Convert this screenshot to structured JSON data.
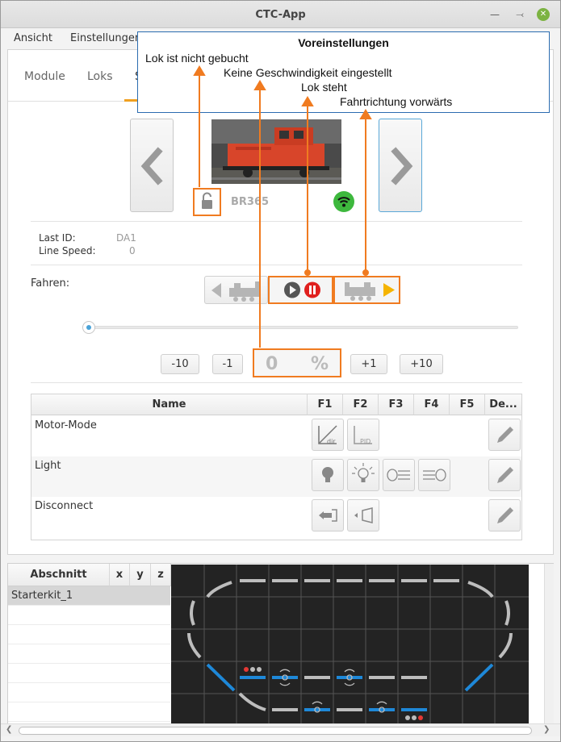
{
  "window": {
    "title": "CTC-App"
  },
  "menu": [
    {
      "label": "Ansicht"
    },
    {
      "label": "Einstellungen"
    }
  ],
  "tabs": [
    {
      "label": "Module"
    },
    {
      "label": "Loks"
    },
    {
      "label": "S"
    }
  ],
  "loco": {
    "name": "BR365",
    "last_id_label": "Last ID:",
    "last_id_value": "DA1",
    "line_speed_label": "Line Speed:",
    "line_speed_value": "0"
  },
  "drive": {
    "label": "Fahren:",
    "buttons": {
      "minus10": "-10",
      "minus1": "-1",
      "plus1": "+1",
      "plus10": "+10"
    },
    "speed_value": "0",
    "speed_unit": "%",
    "slider_level": 0
  },
  "functions_table": {
    "headers": [
      "Name",
      "F1",
      "F2",
      "F3",
      "F4",
      "F5",
      "De..."
    ],
    "rows": [
      {
        "name": "Motor-Mode",
        "icons": [
          "motor-dir-icon",
          "motor-pid-icon"
        ]
      },
      {
        "name": "Light",
        "icons": [
          "bulb-icon",
          "bulb-bright-icon",
          "headlight-left-icon",
          "headlight-right-icon"
        ]
      },
      {
        "name": "Disconnect",
        "icons": [
          "uncouple-left-icon",
          "uncouple-right-icon"
        ]
      }
    ]
  },
  "section_table": {
    "headers": [
      "Abschnitt",
      "x",
      "y",
      "z"
    ],
    "rows": [
      {
        "name": "Starterkit_1"
      }
    ]
  },
  "tooltip": {
    "title": "Voreinstellungen",
    "lines": [
      "Lok ist nicht gebucht",
      "Keine Geschwindigkeit eingestellt",
      "Lok steht",
      "Fahrtrichtung vorwärts"
    ]
  },
  "colors": {
    "highlight": "#f07b20",
    "accent": "#f0a020",
    "wifi": "#3db83d",
    "track_bg": "#232323"
  }
}
